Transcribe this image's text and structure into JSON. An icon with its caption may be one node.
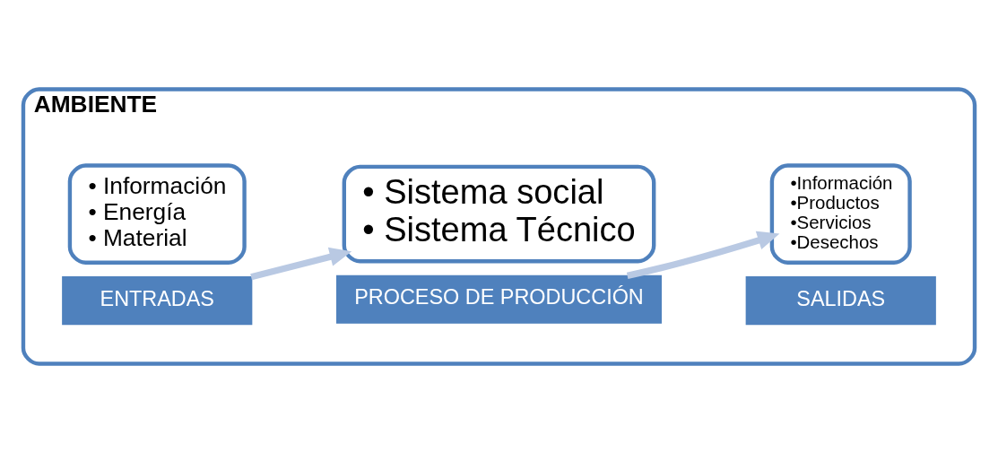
{
  "diagram": {
    "nodes": [
      {
        "text": [
          "AMBIENTE"
        ]
      },
      {
        "text": [
          "• Información",
          "• Energía",
          "• Material"
        ],
        "in": 0
      },
      {
        "text": [
          "ENTRADAS"
        ],
        "in": 0
      },
      {
        "text": [
          "• Sistema social",
          "• Sistema Técnico"
        ],
        "in": 0
      },
      {
        "text": [
          "PROCESO DE PRODUCCIÓN"
        ],
        "in": 0
      },
      {
        "text": [
          "•Información",
          "•Productos",
          "•Servicios",
          "•Desechos"
        ],
        "in": 0
      },
      {
        "text": [
          "SALIDAS"
        ],
        "in": 0
      }
    ],
    "edges": [
      {
        "from": 2,
        "to": 3,
        "arrow": "to"
      },
      {
        "from": 4,
        "to": 5,
        "arrow": "to"
      }
    ]
  }
}
